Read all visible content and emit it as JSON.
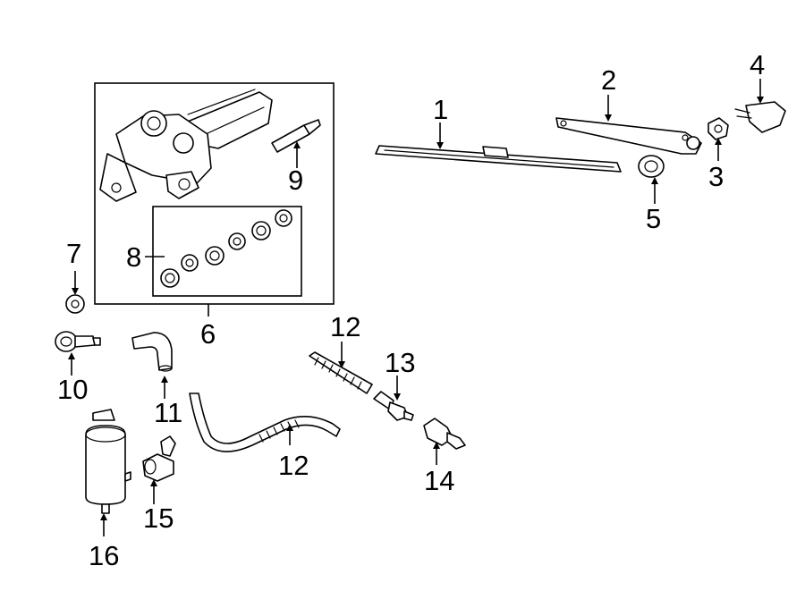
{
  "diagram": {
    "callouts": {
      "c1": "1",
      "c2": "2",
      "c3": "3",
      "c4": "4",
      "c5": "5",
      "c6": "6",
      "c7": "7",
      "c8": "8",
      "c9": "9",
      "c10": "10",
      "c11": "11",
      "c12a": "12",
      "c12b": "12",
      "c13": "13",
      "c14": "14",
      "c15": "15",
      "c16": "16"
    }
  }
}
